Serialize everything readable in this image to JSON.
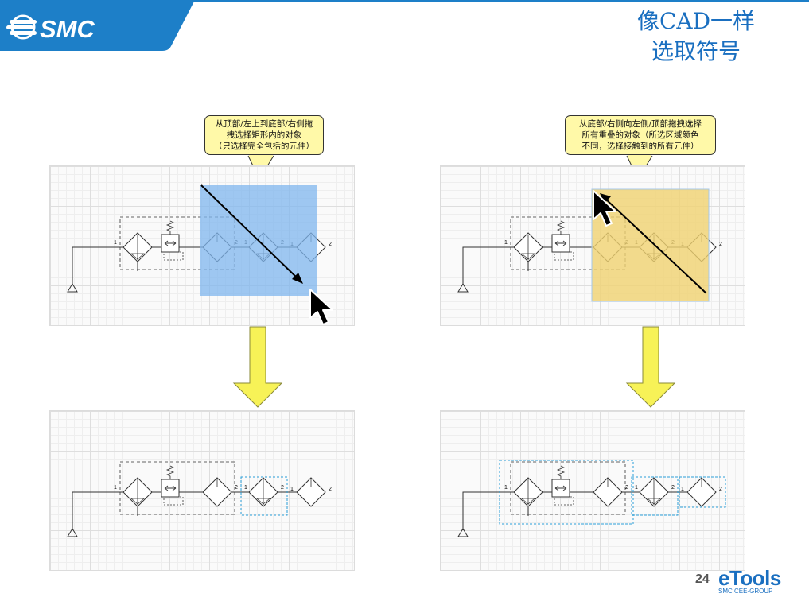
{
  "header": {
    "logo_text": "SMC",
    "title_line1": "像CAD一样",
    "title_line2": "选取符号",
    "accent_color": "#1d7fc8"
  },
  "left_example": {
    "callout_lines": [
      "从顶部/左上到底部/右侧拖",
      "拽选择矩形内的对象",
      "（只选择完全包括的元件）"
    ],
    "selection_color": "#9cc6f0",
    "arrow_icon": "arrow-down-icon"
  },
  "right_example": {
    "callout_lines": [
      "从底部/右侧向左侧/顶部拖拽选择",
      "所有重叠的对象（所选区域颜色",
      "不同，选择接触到的所有元件）"
    ],
    "selection_color": "#f3d98a",
    "arrow_icon": "arrow-down-icon"
  },
  "port_labels": {
    "in": "1",
    "out": "2"
  },
  "footer": {
    "page_number": "24",
    "brand": "eTools",
    "brand_sub": "SMC CEE-GROUP"
  }
}
